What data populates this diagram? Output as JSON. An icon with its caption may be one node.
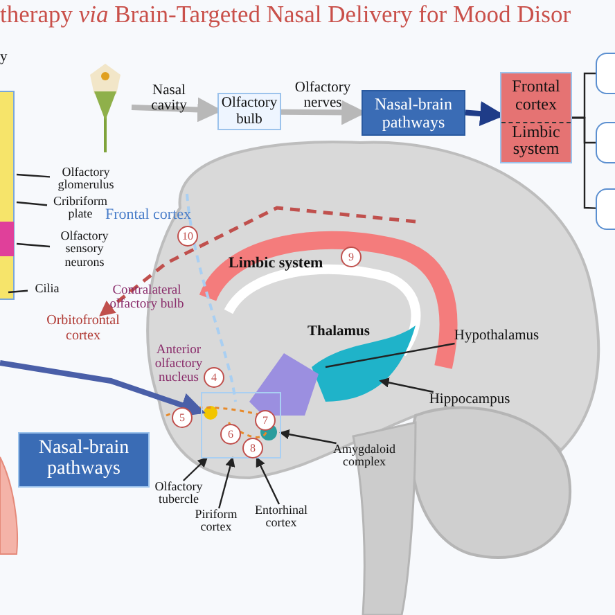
{
  "diagram": {
    "title": "therapy *via* Brain-Targeted Nasal Delivery for Mood Disor",
    "nodes": [
      {
        "text": [],
        "shape": "picture"
      },
      {
        "text": [
          "Olfactory bulb"
        ]
      },
      {
        "text": [
          "Nasal-brain pathways"
        ]
      },
      {
        "text": [
          "Frontal cortex",
          "Limbic system"
        ]
      },
      {
        "text": [],
        "shape": "box"
      },
      {
        "text": [],
        "shape": "box"
      },
      {
        "text": [],
        "shape": "box"
      },
      {
        "text": [
          "Olfactory glomerulus"
        ]
      },
      {
        "text": [
          "Cribriform plate"
        ]
      },
      {
        "text": [
          "Olfactory sensory neurons"
        ]
      },
      {
        "text": [
          "Cilia"
        ]
      },
      {
        "text": [
          "Nasal-brain pathways"
        ]
      },
      {
        "text": [],
        "shape": "box"
      },
      {
        "text": [
          "Orbitofrontal cortex"
        ]
      },
      {
        "text": [
          "Hypothalamus"
        ]
      },
      {
        "text": [
          "Hippocampus"
        ]
      },
      {
        "text": [
          "Amygdaloid complex"
        ]
      },
      {
        "text": [
          "Olfactory tubercle"
        ]
      },
      {
        "text": [
          "Piriform cortex"
        ]
      },
      {
        "text": [
          "Entorhinal cortex"
        ]
      }
    ],
    "edges": [
      {
        "from": 0,
        "to": 1,
        "arrow": "to",
        "label": "Nasal cavity",
        "color": "#b8b8b8",
        "style": "thick"
      },
      {
        "from": 1,
        "to": 2,
        "arrow": "to",
        "label": "Olfactory nerves",
        "color": "#b8b8b8",
        "style": "thick"
      },
      {
        "from": 2,
        "to": 3,
        "arrow": "to",
        "style": "thick",
        "color": "#1f3c88"
      },
      {
        "from": 3,
        "to": 4,
        "arrow": "none"
      },
      {
        "from": 3,
        "to": 5,
        "arrow": "none"
      },
      {
        "from": 3,
        "to": 6,
        "arrow": "none"
      },
      {
        "from": null,
        "to": 12,
        "arrow": "to",
        "style": "thick",
        "color": "#4a5fa8"
      },
      {
        "from": 7,
        "to": null,
        "arrow": "none"
      },
      {
        "from": 8,
        "to": null,
        "arrow": "none"
      },
      {
        "from": 9,
        "to": null,
        "arrow": "none"
      },
      {
        "from": 10,
        "to": null,
        "arrow": "none"
      },
      {
        "from": null,
        "to": 13,
        "arrow": "to",
        "style": "dashed",
        "color": "#c0504d"
      },
      {
        "from": 14,
        "to": null,
        "arrow": "none"
      },
      {
        "from": 15,
        "to": null,
        "arrow": "to"
      },
      {
        "from": 16,
        "to": 12,
        "arrow": "to"
      },
      {
        "from": 17,
        "to": 12,
        "arrow": "to"
      },
      {
        "from": 18,
        "to": 12,
        "arrow": "to"
      },
      {
        "from": 19,
        "to": 12,
        "arrow": "to"
      }
    ],
    "labels": [
      "y",
      "Frontal cortex",
      "10",
      "9",
      "Limbic system",
      "Contralateral olfactory bulb",
      "Anterior olfactory nucleus",
      "Thalamus",
      "4",
      "5",
      "7",
      "6",
      "8"
    ]
  }
}
